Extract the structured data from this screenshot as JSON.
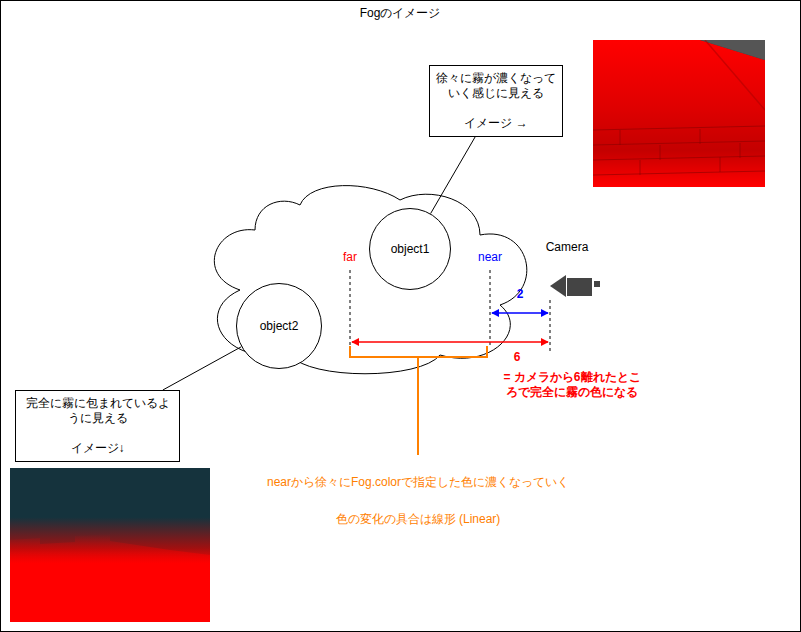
{
  "diagram": {
    "title": "Fogのイメージ",
    "nodes": [
      {
        "text": [
          "徐々に霧が濃くなっていく感じに見える",
          "イメージ →"
        ]
      },
      {
        "text": [
          "object1"
        ]
      },
      {
        "text": [
          "object2"
        ]
      },
      {
        "text": [
          "完全に霧に包まれているように見える",
          "イメージ↓"
        ]
      }
    ],
    "edges": [
      {
        "from": 0,
        "to": 1,
        "arrow": "none"
      },
      {
        "from": 2,
        "to": 3,
        "arrow": "none"
      }
    ],
    "labels": [
      "far",
      "near",
      "Camera",
      "2",
      "6",
      "= カメラから6離れたところで完全に霧の色になる",
      "nearから徐々にFog.colorで指定した色に濃くなっていく",
      "色の変化の具合は線形 (Linear)"
    ]
  }
}
